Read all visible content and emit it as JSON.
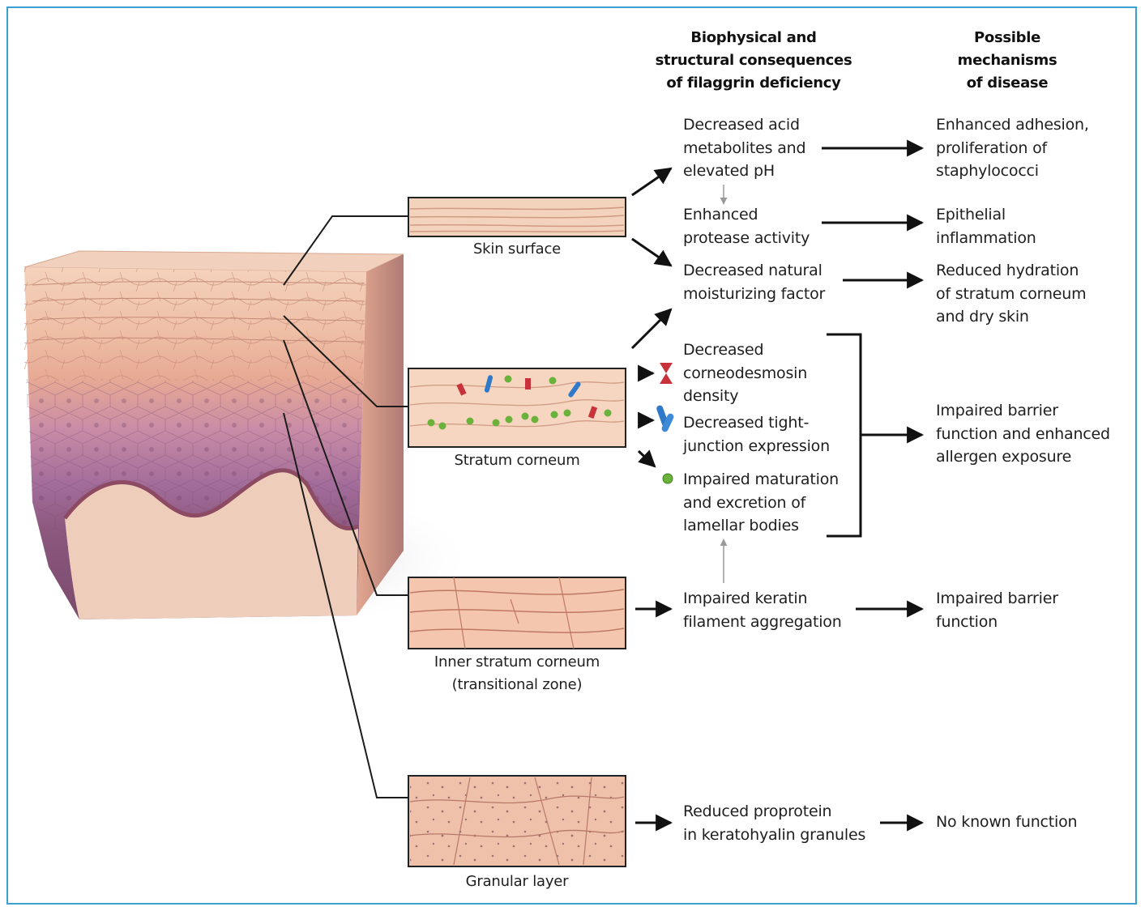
{
  "headers": {
    "consequences": "Biophysical and\nstructural consequences\nof filaggrin deficiency",
    "mechanisms": "Possible\nmechanisms\nof disease"
  },
  "panels": {
    "skin_surface": "Skin surface",
    "stratum_corneum": "Stratum corneum",
    "inner_stratum_corneum": "Inner stratum corneum\n(transitional zone)",
    "granular_layer": "Granular layer"
  },
  "consequences": {
    "acid_metabolites": "Decreased acid\nmetabolites and\nelevated pH",
    "protease": "Enhanced\nprotease activity",
    "nmf": "Decreased natural\nmoisturizing factor",
    "corneodesmosin": "Decreased\ncorneodesmosin\ndensity",
    "tight_junction": "Decreased tight-\njunction expression",
    "lamellar": "Impaired maturation\nand excretion of\nlamellar bodies",
    "keratin": "Impaired keratin\nfilament aggregation",
    "proprotein": "Reduced proprotein\nin keratohyalin granules"
  },
  "mechanisms": {
    "staph": "Enhanced adhesion,\nproliferation of\nstaphylococci",
    "inflammation": "Epithelial\ninflammation",
    "hydration": "Reduced hydration\nof stratum corneum\nand dry skin",
    "barrier_allergen": "Impaired barrier\nfunction and enhanced\nallergen exposure",
    "barrier": "Impaired barrier\nfunction",
    "no_function": "No known function"
  },
  "colors": {
    "frame": "#3aa0d2",
    "skin_light": "#f3c6a8",
    "skin_mid": "#e3a48a",
    "basal_purple": "#a66a96",
    "dermis": "#efcfbf",
    "corneodesmosin_red": "#c8323a",
    "tight_junction_blue": "#2f79c9",
    "lamellar_green": "#6bb23a"
  }
}
